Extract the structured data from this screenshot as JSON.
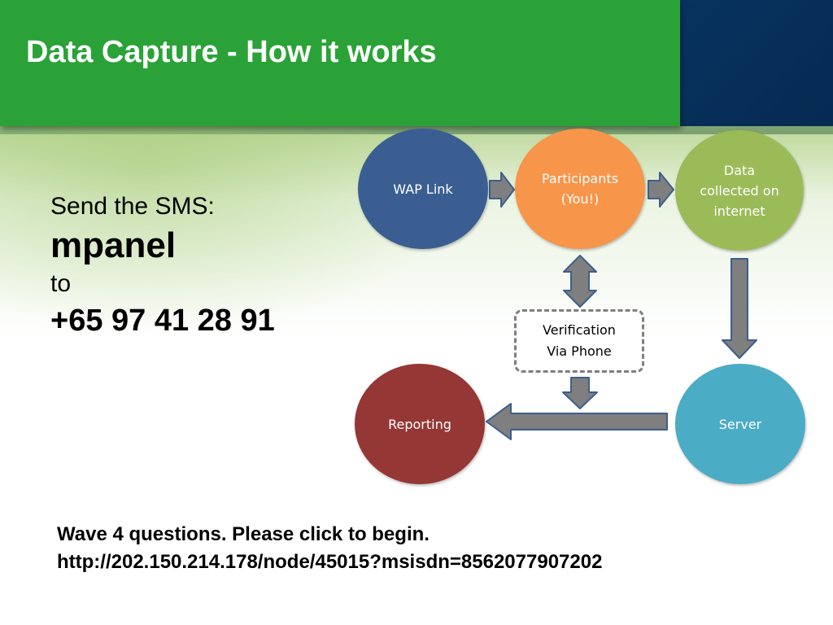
{
  "title": "Data Capture - How it works",
  "sms": {
    "label": "Send the SMS:",
    "keyword": "mpanel",
    "to": "to",
    "number": "+65 97 41 28 91"
  },
  "diagram": {
    "nodes": {
      "wap": {
        "label": "WAP Link",
        "color": "#3a5e92"
      },
      "participants": {
        "label": "Participants\n(You!)",
        "color": "#f7954a"
      },
      "data": {
        "label": "Data\ncollected on\ninternet",
        "color": "#9bbb59"
      },
      "verification": {
        "label": "Verification\nVia Phone"
      },
      "server": {
        "label": "Server",
        "color": "#4bacc6"
      },
      "reporting": {
        "label": "Reporting",
        "color": "#953735"
      }
    }
  },
  "footer": {
    "line1": "Wave  4 questions. Please click to begin.",
    "line2": "http://202.150.214.178/node/45015?msisdn=8562077907202"
  },
  "colors": {
    "title_band": "#2aa237",
    "header_dark": "#0a3a6b",
    "arrow_fill": "#7f7f7f",
    "arrow_stroke": "#3d5f8c"
  }
}
